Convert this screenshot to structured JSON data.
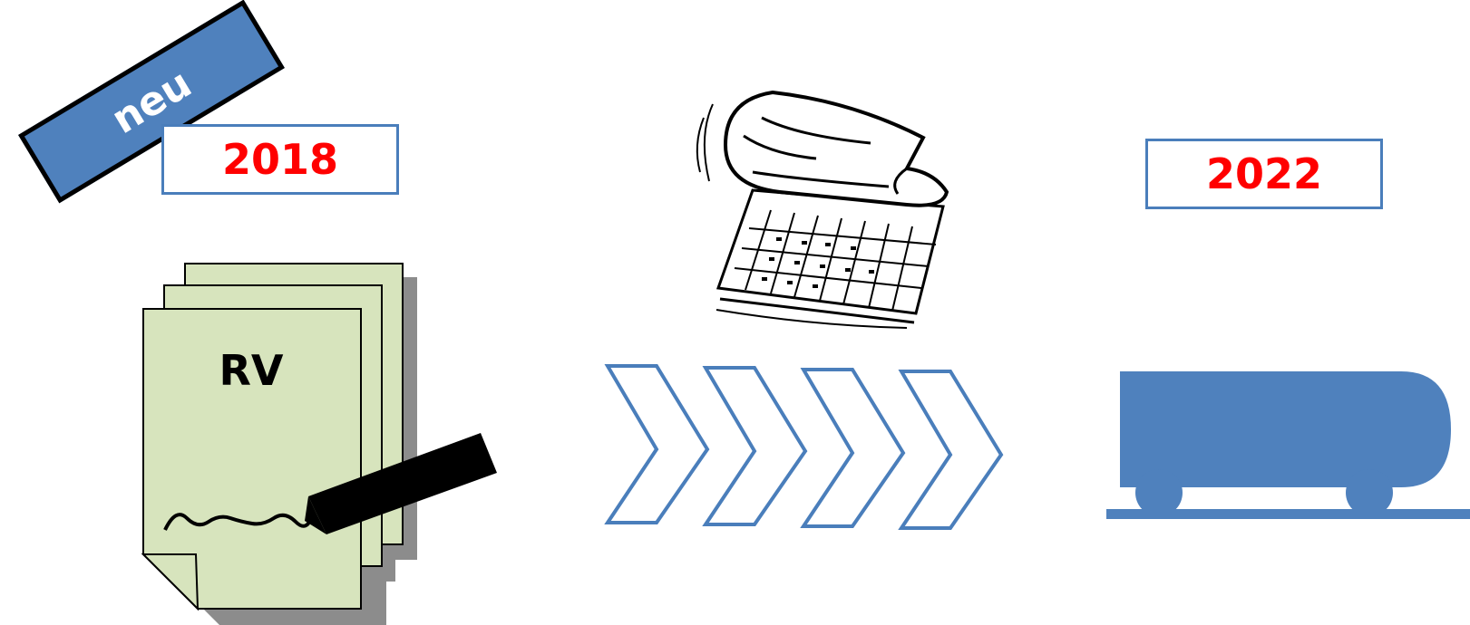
{
  "years": {
    "start": "2018",
    "end": "2022"
  },
  "tag": {
    "label": "neu"
  },
  "document": {
    "label": "RV"
  },
  "colors": {
    "accent_blue": "#4a7ebb",
    "year_text": "#ff0000",
    "paper_green": "#d7e4bd",
    "shadow_gray": "#8c8c8c"
  },
  "icons": [
    "calendar-icon",
    "chevron-arrow-icon",
    "signing-pen-icon",
    "tank-wagon-icon"
  ]
}
